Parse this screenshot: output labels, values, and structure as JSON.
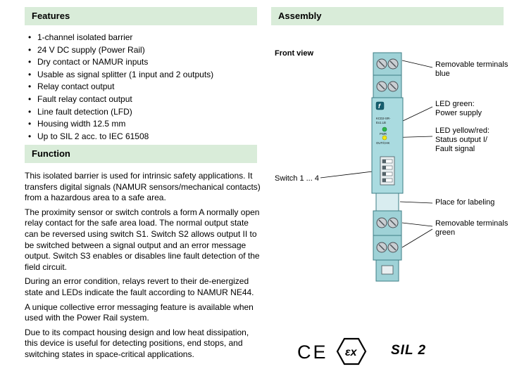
{
  "left": {
    "features_title": "Features",
    "features": [
      "1-channel isolated barrier",
      "24 V DC supply (Power Rail)",
      "Dry contact or NAMUR inputs",
      "Usable as signal splitter (1 input and 2 outputs)",
      "Relay contact output",
      "Fault relay contact output",
      "Line fault detection (LFD)",
      "Housing width 12.5 mm",
      "Up to SIL 2 acc. to IEC 61508"
    ],
    "function_title": "Function",
    "function_paragraphs": [
      "This isolated barrier is used for intrinsic safety applications. It transfers digital signals (NAMUR sensors/mechanical contacts) from a hazardous area to a safe area.",
      "The proximity sensor or switch controls a form A normally open relay contact for the safe area load. The normal output state can be reversed using switch S1. Switch S2 allows output II to be switched between a signal output and an error message output. Switch S3 enables or disables line fault detection of the field circuit.",
      "During an error condition, relays revert to their de-energized state and LEDs indicate the fault according to NAMUR NE44.",
      "A unique collective error messaging feature is available when used with the Power Rail system.",
      "Due to its compact housing design and low heat dissipation, this device is useful for detecting positions, end stops, and switching states in space-critical applications."
    ]
  },
  "right": {
    "assembly_title": "Assembly",
    "front_view_label": "Front view",
    "device": {
      "logo_glyph": "f",
      "model_line1": "KCD2-SR-",
      "model_line2": "Ex1.LB",
      "pwr_label": "PWR",
      "outchk_label": "OUT/CHK"
    },
    "callouts": {
      "terminals_blue": "Removable terminals\nblue",
      "led_green": "LED green:\nPower supply",
      "led_yellow": "LED yellow/red:\nStatus output I/\nFault signal",
      "switches": "Switch 1 ... 4",
      "labeling": "Place for labeling",
      "terminals_green": "Removable terminals\ngreen"
    },
    "marks": {
      "ce": "CE",
      "ex": "εx",
      "sil": "SIL 2"
    }
  },
  "colors": {
    "header_bg": "#d9ecd9",
    "device_fill": "#9fd2d7",
    "led_green": "#2db84b",
    "led_yellow": "#f2e713"
  }
}
